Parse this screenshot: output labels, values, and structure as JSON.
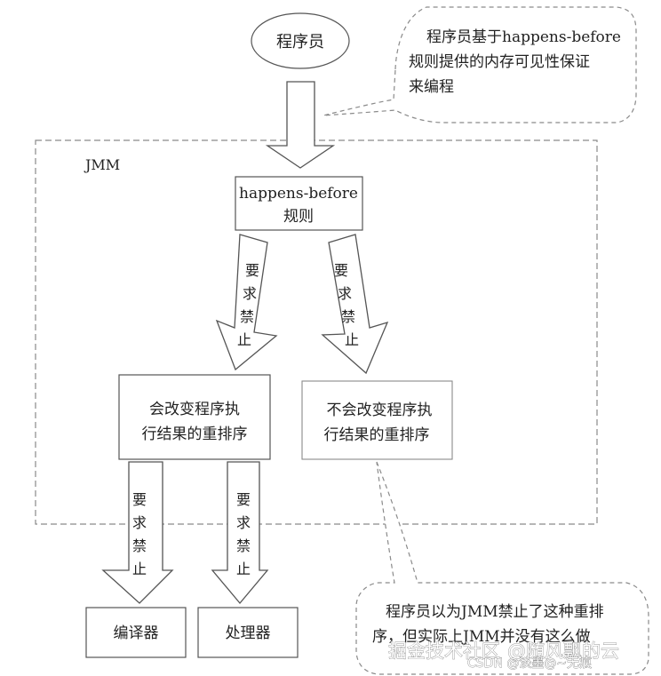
{
  "diagram": {
    "programmer": {
      "label": "程序员"
    },
    "programmer_note": {
      "lines": [
        "程序员基于happens-before",
        "规则提供的内存可见性保证",
        "来编程"
      ]
    },
    "jmm": {
      "label": "JMM"
    },
    "happens_before_box": {
      "lines": [
        "happens-before",
        "规则"
      ]
    },
    "requirement_label": [
      "要",
      "求",
      "禁",
      "止"
    ],
    "reorder_changes_result": {
      "lines": [
        "会改变程序执",
        "行结果的重排序"
      ]
    },
    "reorder_preserves_result": {
      "lines": [
        "不会改变程序执",
        "行结果的重排序"
      ]
    },
    "compiler": {
      "label": "编译器"
    },
    "processor": {
      "label": "处理器"
    },
    "bottom_note": {
      "lines": [
        "程序员以为JMM禁止了这种重排",
        "序，但实际上JMM并没有这么做"
      ]
    }
  },
  "watermarks": {
    "platform": "掘金技术社区",
    "author": "@随风飘的云",
    "csdn": "CSDN @淡墨@~无痕"
  },
  "colors": {
    "line": "#555555",
    "dashed": "#8a8a8a",
    "text": "#222222"
  }
}
